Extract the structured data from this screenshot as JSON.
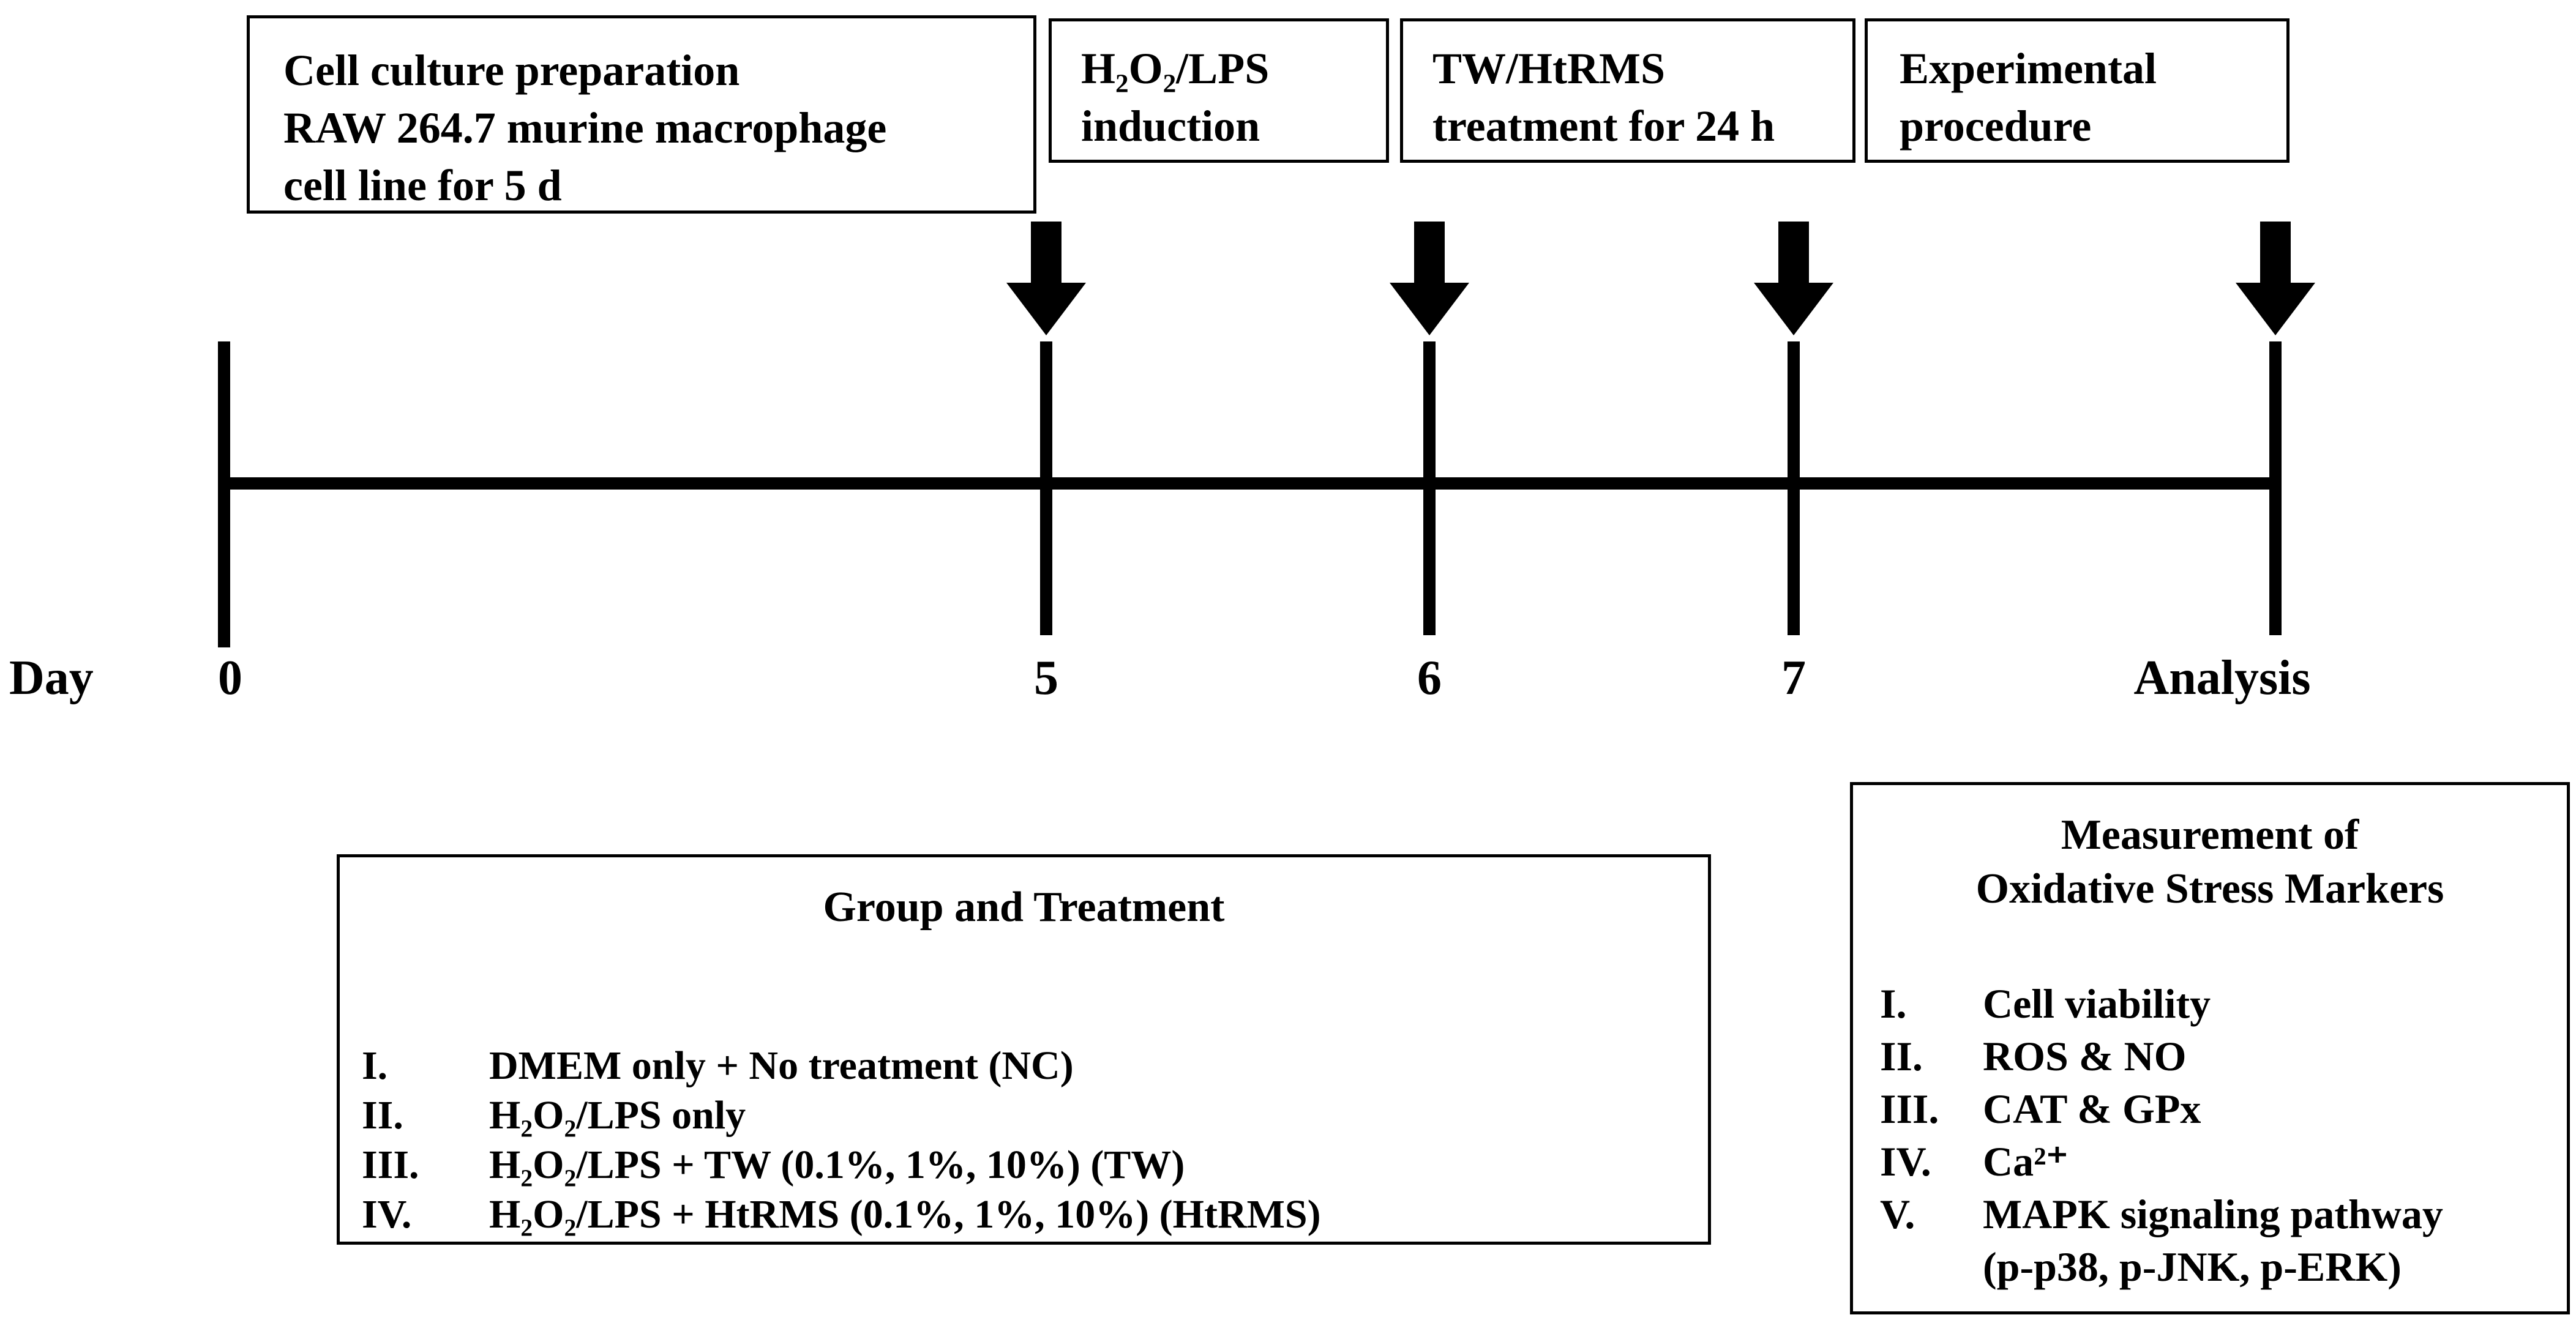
{
  "figure": {
    "phases": [
      {
        "label": "Cell culture preparation\nRAW 264.7 murine macrophage\ncell line for 5 d"
      },
      {
        "label": "H₂O₂/LPS\ninduction"
      },
      {
        "label": "TW/HtRMS\ntreatment for 24 h"
      },
      {
        "label": "Experimental\nprocedure"
      }
    ],
    "axis_label": "Day",
    "ticks": [
      {
        "label": "0"
      },
      {
        "label": "5"
      },
      {
        "label": "6"
      },
      {
        "label": "7"
      },
      {
        "label": "Analysis"
      }
    ],
    "colors": {
      "ink": "#000000",
      "background": "#ffffff"
    },
    "group_box": {
      "title": "Group and Treatment",
      "items": [
        {
          "numeral": "I.",
          "text": "DMEM only + No treatment (NC)"
        },
        {
          "numeral": "II.",
          "text": "H₂O₂/LPS only"
        },
        {
          "numeral": "III.",
          "text": "H₂O₂/LPS + TW (0.1%, 1%, 10%) (TW)"
        },
        {
          "numeral": "IV.",
          "text": "H₂O₂/LPS + HtRMS (0.1%, 1%, 10%) (HtRMS)"
        }
      ]
    },
    "markers_box": {
      "title": "Measurement of\nOxidative Stress Markers",
      "items": [
        {
          "numeral": "I.",
          "text": "Cell viability"
        },
        {
          "numeral": "II.",
          "text": "ROS & NO"
        },
        {
          "numeral": "III.",
          "text": "CAT & GPx"
        },
        {
          "numeral": "IV.",
          "text": "Ca²⁺"
        },
        {
          "numeral": "V.",
          "text": "MAPK signaling pathway",
          "text2": "(p-p38, p-JNK, p-ERK)"
        }
      ]
    }
  }
}
